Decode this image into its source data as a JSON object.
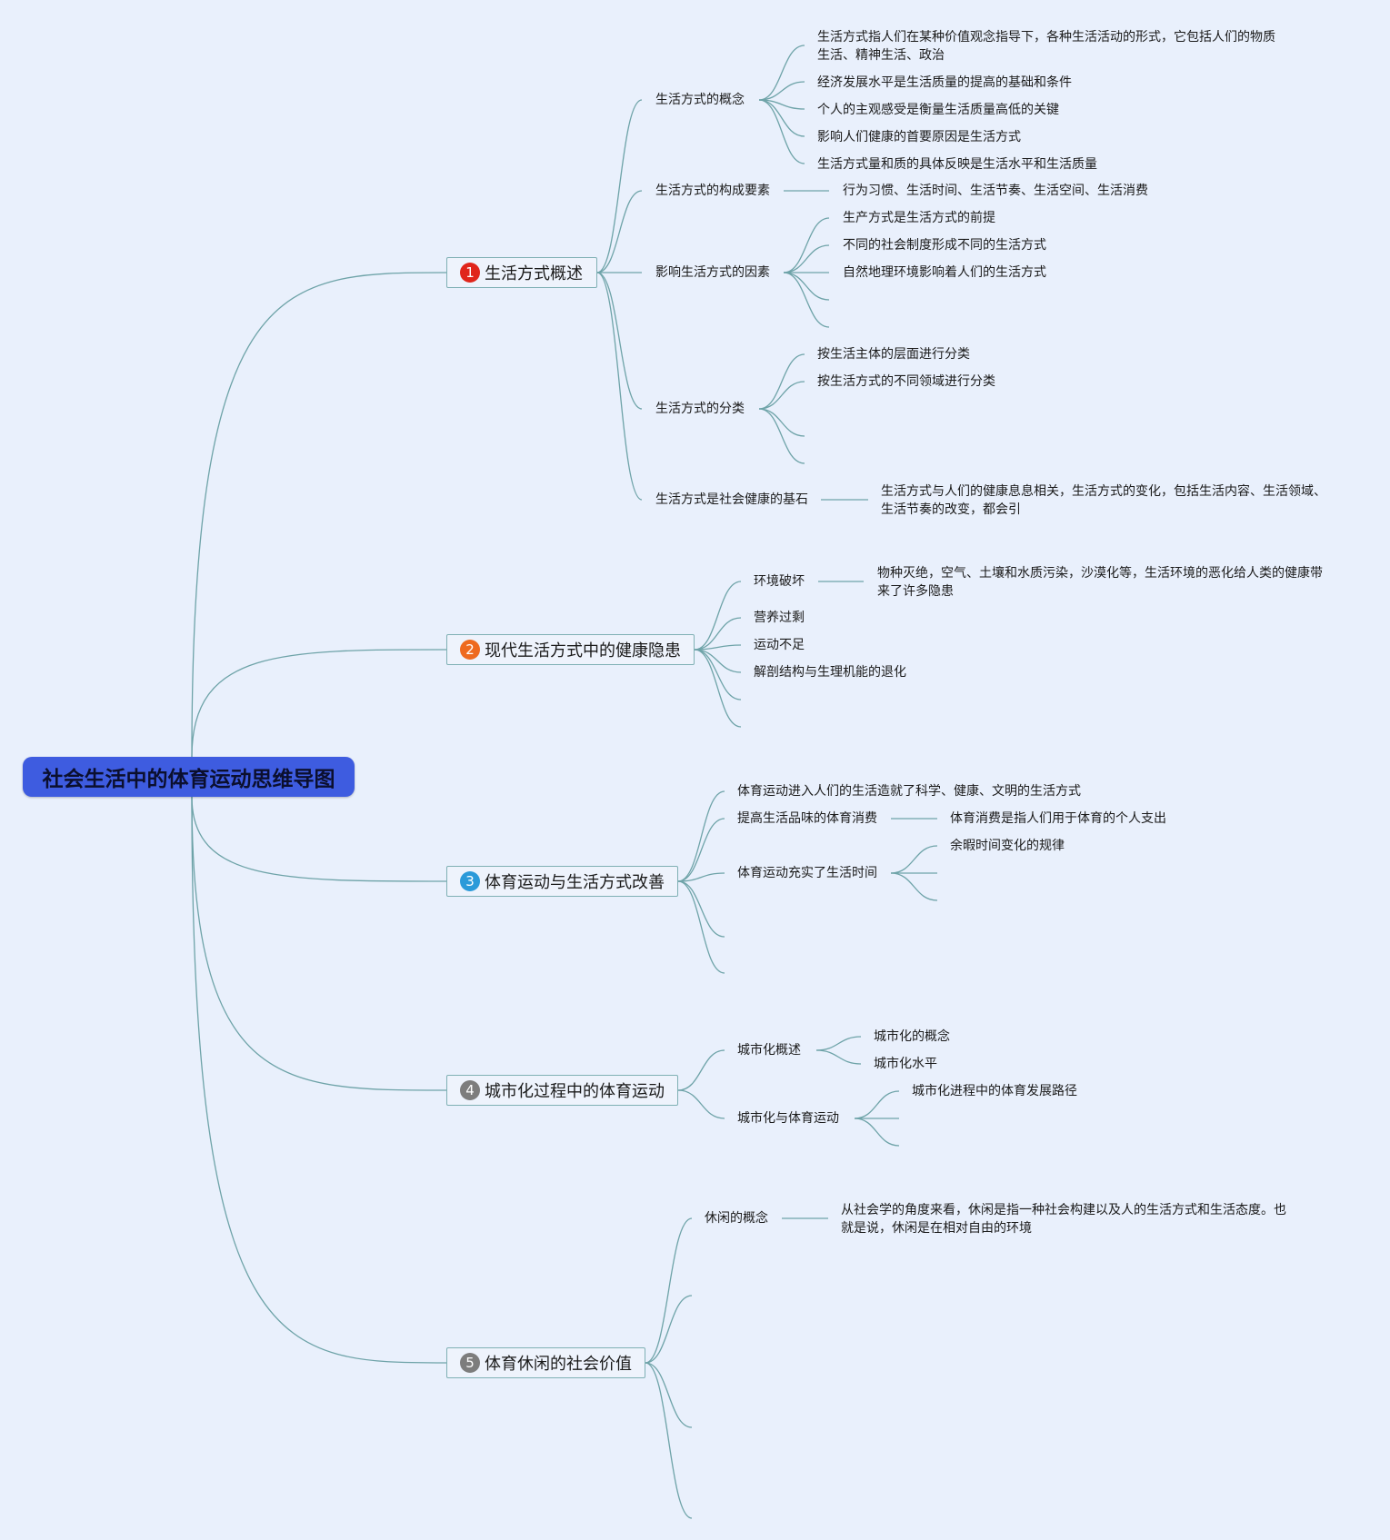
{
  "root": {
    "label": "社会生活中的体育运动思维导图"
  },
  "colors": {
    "background": "#e9f0fc",
    "root": "#3e5ce0",
    "link": "#6ea3a8",
    "badge1": "#e0251b",
    "badge2": "#ee6a1f",
    "badge3": "#2b9ad9",
    "badge4": "#7d7d7d",
    "badge5": "#7d7d7d"
  },
  "topics": [
    {
      "num": "1",
      "label": "生活方式概述",
      "children": [
        {
          "label": "生活方式的概念",
          "leaves": [
            "生活方式指人们在某种价值观念指导下，各种生活活动的形式，它包括人们的物质生活、精神生活、政治",
            "经济发展水平是生活质量的提高的基础和条件",
            "个人的主观感受是衡量生活质量高低的关键",
            "影响人们健康的首要原因是生活方式",
            "生活方式量和质的具体反映是生活水平和生活质量"
          ]
        },
        {
          "label": "生活方式的构成要素",
          "leaves": [
            "行为习惯、生活时间、生活节奏、生活空间、生活消费"
          ]
        },
        {
          "label": "影响生活方式的因素",
          "leaves": [
            "生产方式是生活方式的前提",
            "不同的社会制度形成不同的生活方式",
            "自然地理环境影响着人们的生活方式"
          ]
        },
        {
          "label": "生活方式的分类",
          "leaves": [
            "按生活主体的层面进行分类",
            "按生活方式的不同领域进行分类"
          ]
        },
        {
          "label": "生活方式是社会健康的基石",
          "leaves": [
            "生活方式与人们的健康息息相关，生活方式的变化，包括生活内容、生活领域、生活节奏的改变，都会引"
          ]
        }
      ]
    },
    {
      "num": "2",
      "label": "现代生活方式中的健康隐患",
      "children": [
        {
          "label": "环境破坏",
          "leaves": [
            "物种灭绝，空气、土壤和水质污染，沙漠化等，生活环境的恶化给人类的健康带来了许多隐患"
          ]
        },
        {
          "label": "营养过剩"
        },
        {
          "label": "运动不足"
        },
        {
          "label": "解剖结构与生理机能的退化"
        }
      ]
    },
    {
      "num": "3",
      "label": "体育运动与生活方式改善",
      "children": [
        {
          "label": "体育运动进入人们的生活造就了科学、健康、文明的生活方式"
        },
        {
          "label": "提高生活品味的体育消费",
          "leaves": [
            "体育消费是指人们用于体育的个人支出"
          ]
        },
        {
          "label": "体育运动充实了生活时间",
          "leaves": [
            "余暇时间变化的规律"
          ]
        }
      ]
    },
    {
      "num": "4",
      "label": "城市化过程中的体育运动",
      "children": [
        {
          "label": "城市化概述",
          "leaves": [
            "城市化的概念",
            "城市化水平"
          ]
        },
        {
          "label": "城市化与体育运动",
          "leaves": [
            "城市化进程中的体育发展路径"
          ]
        }
      ]
    },
    {
      "num": "5",
      "label": "体育休闲的社会价值",
      "children": [
        {
          "label": "休闲的概念",
          "leaves": [
            "从社会学的角度来看，休闲是指一种社会构建以及人的生活方式和生活态度。也就是说，休闲是在相对自由的环境"
          ]
        }
      ]
    }
  ]
}
